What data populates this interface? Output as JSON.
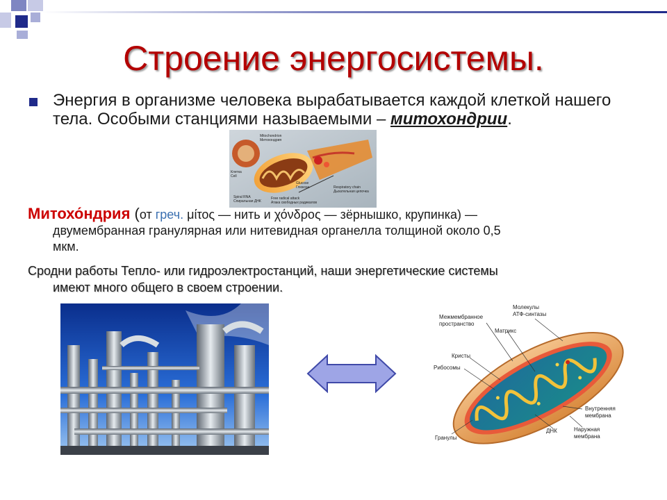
{
  "slide": {
    "title": "Строение энергосистемы.",
    "bullet": {
      "lead": "Энергия  в организме человека вырабатывается каждой клеткой нашего тела. Особыми станциями называемыми – ",
      "emphasis": "митохондрии",
      "tail": "."
    },
    "definition": {
      "term": "Митохо́ндрия",
      "open_paren": " (",
      "from": "от ",
      "greek_label": "греч.",
      "greek_text": " μίτος — нить и χόνδρος — зёрнышко, крупинка) —",
      "line2": "двумембранная гранулярная или нитевидная органелла толщиной около 0,5",
      "line3": "мкм."
    },
    "note": {
      "line1": "Сродни работы Тепло- или гидроэлектростанций, наши энергетические системы",
      "line2": "имеют много общего в своем строении."
    },
    "top_image_labels": {
      "l1": "Mitochondrion",
      "l2": "Митохондрия",
      "l3": "Клетка",
      "l4": "Cell",
      "l5": "Spiral RNA",
      "l6": "Спиральная ДНК",
      "l7": "Glucose",
      "l8": "Глюкоза",
      "l9": "Respiratory chain",
      "l10": "Дыхательная цепочка",
      "l11": "Free radical attack",
      "l12": "Атака свободных радикалов"
    },
    "mito_labels": {
      "intermembrane": "Межмембранное",
      "intermembrane2": "пространство",
      "atp1": "Молекулы",
      "atp2": "АТФ-синтазы",
      "matrix": "Матрикс",
      "cristae": "Кристы",
      "ribosomes": "Рибосомы",
      "inner1": "Внутренняя",
      "inner2": "мембрана",
      "dna": "ДНК",
      "outer1": "Наружная",
      "outer2": "мембрана",
      "granules": "Гранулы"
    },
    "colors": {
      "title": "#b30000",
      "term": "#cc0000",
      "greek": "#3a6fb0",
      "bullet": "#1f2a8a",
      "arrow_fill": "#9ea5e6",
      "arrow_stroke": "#3f49a8"
    },
    "icons": [
      "decor-squares",
      "bullet-square",
      "double-arrow-icon",
      "plant-photo",
      "mitochondrion-diagram"
    ]
  }
}
